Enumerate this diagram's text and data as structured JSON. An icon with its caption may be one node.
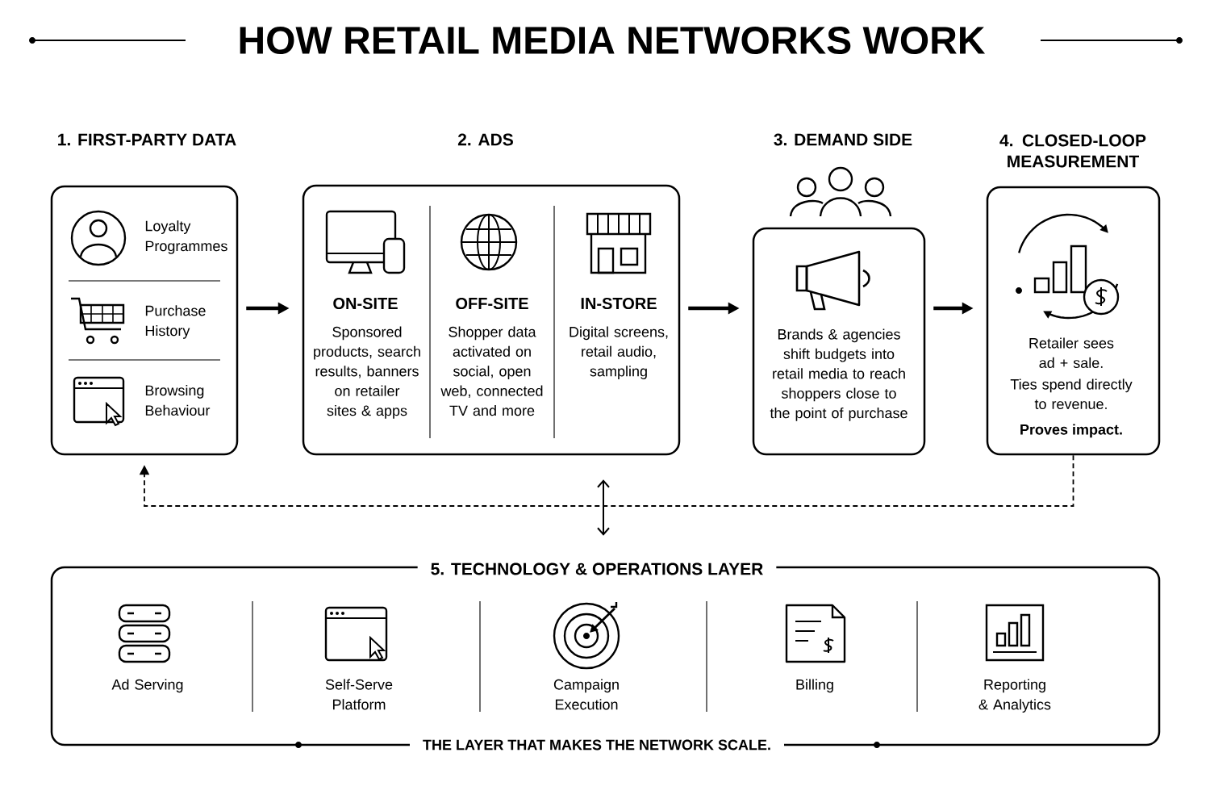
{
  "diagram": {
    "title": "HOW RETAIL MEDIA NETWORKS WORK",
    "nodes": [
      {
        "text": [
          "1. FIRST-PARTY DATA",
          "Loyalty Programmes",
          "Purchase History",
          "Browsing Behaviour"
        ]
      },
      {
        "text": [
          "2. ADS",
          "ON-SITE",
          "Sponsored products, search results, banners on retailer sites & apps",
          "OFF-SITE",
          "Shopper data activated on social, open web, connected TV and more",
          "IN-STORE",
          "Digital screens, retail audio, sampling"
        ]
      },
      {
        "text": [
          "3. DEMAND SIDE",
          "Brands & agencies shift budgets into retail media to reach shoppers close to the point of purchase"
        ]
      },
      {
        "text": [
          "4. CLOSED-LOOP MEASUREMENT",
          "Retailer sees ad + sale.",
          "Ties spend directly to revenue.",
          "Proves impact."
        ]
      },
      {
        "text": [
          "5. TECHNOLOGY & OPERATIONS LAYER",
          "Ad Serving",
          "Self-Serve Platform",
          "Campaign Execution",
          "Billing",
          "Reporting & Analytics",
          "THE LAYER THAT MAKES THE NETWORK SCALE."
        ]
      }
    ],
    "edges": [
      {
        "from": 0,
        "to": 1,
        "arrow": "to"
      },
      {
        "from": 1,
        "to": 2,
        "arrow": "to"
      },
      {
        "from": 2,
        "to": 3,
        "arrow": "to"
      },
      {
        "from": 3,
        "to": 0,
        "arrow": "to",
        "style": "dashed"
      },
      {
        "from": 1,
        "to": 4,
        "arrow": "both"
      }
    ]
  }
}
